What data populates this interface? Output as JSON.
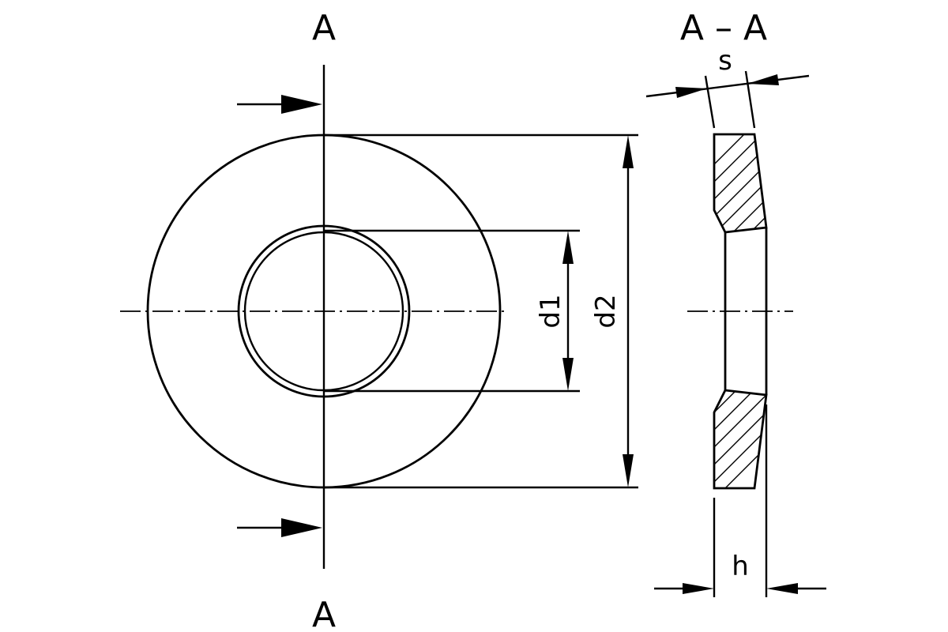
{
  "labels": {
    "section_top": "A",
    "section_bottom": "A",
    "section_view_title": "A – A",
    "thickness": "s",
    "height": "h",
    "inner_diameter": "d1",
    "outer_diameter": "d2"
  }
}
